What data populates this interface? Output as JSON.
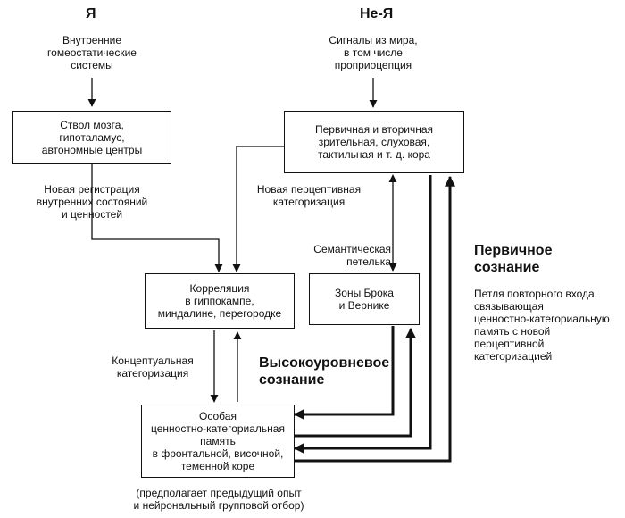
{
  "headings": {
    "self": "Я",
    "nonself": "Не-Я"
  },
  "texts": {
    "homeostatic": "Внутренние\nгомеостатические\nсистемы",
    "signals": "Сигналы из мира,\nв том числе\nпроприоцепция",
    "new_registration": "Новая регистрация\nвнутренних состояний\nи ценностей",
    "new_perceptual": "Новая перцептивная\nкатегоризация",
    "semantic_loop": "Семантическая\nпетелька",
    "conceptual": "Концептуальная\nкатегоризация",
    "higher_consciousness": "Высокоуровневое\nсознание",
    "primary_consciousness": "Первичное\nсознание",
    "reentry_loop": "Петля повторного входа,\nсвязывающая\nценностно-категориальную\nпамять с новой\nперцептивной\nкатегоризацией",
    "footnote": "(предполагает предыдущий опыт\nи нейрональный групповой отбор)"
  },
  "boxes": {
    "brainstem": "Ствол мозга,\nгипоталамус,\nавтономные центры",
    "cortex": "Первичная и вторичная\nзрительная, слуховая,\nтактильная и т. д. кора",
    "correlation": "Корреляция\nв гиппокампе,\nминдалине, перегородке",
    "broca": "Зоны Брока\nи Вернике",
    "memory": "Особая\nценностно-категориальная\nпамять\nв фронтальной, височной,\nтеменной коре"
  }
}
